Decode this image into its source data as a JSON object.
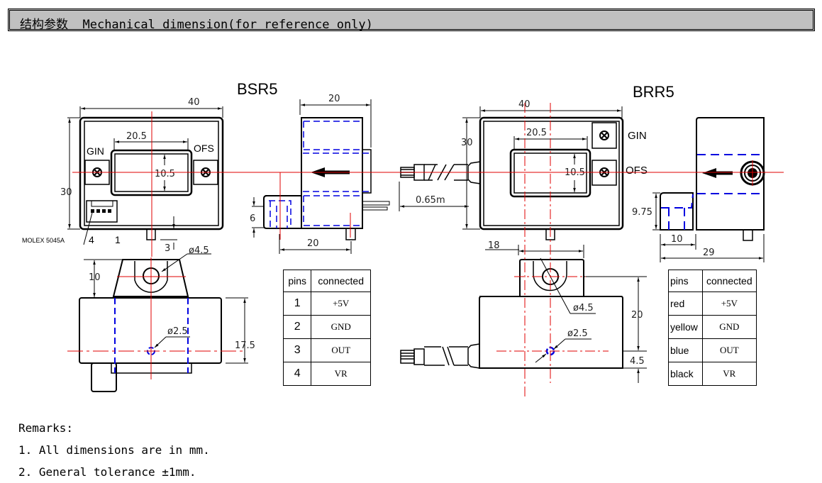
{
  "header": {
    "title_cn": "结构参数",
    "title_en": "Mechanical dimension(for reference only)"
  },
  "models": {
    "left": "BSR5",
    "right": "BRR5"
  },
  "bsr5": {
    "front": {
      "width": "40",
      "height": "30",
      "window_width": "20.5",
      "window_height": "10.5",
      "gin_label": "GIN",
      "ofs_label": "OFS",
      "connector_label": "MOLEX 5045A",
      "pin4_label": "4",
      "pin1_label": "1",
      "pin_offset": "3",
      "hole_dia": "ø4.5"
    },
    "side": {
      "depth": "20",
      "base_depth": "20",
      "base_height": "6"
    },
    "top": {
      "tab_height": "10",
      "hole_dia": "ø2.5",
      "body_depth": "17.5"
    },
    "pins_table": {
      "headers": [
        "pins",
        "connected"
      ],
      "rows": [
        {
          "pin": "1",
          "signal": "+5V"
        },
        {
          "pin": "2",
          "signal": "GND"
        },
        {
          "pin": "3",
          "signal": "OUT"
        },
        {
          "pin": "4",
          "signal": "VR"
        }
      ]
    }
  },
  "brr5": {
    "front": {
      "width": "40",
      "height": "30",
      "window_width": "20.5",
      "window_height": "10.5",
      "gin_label": "GIN",
      "ofs_label": "OFS",
      "cable_length": "0.65m"
    },
    "side": {
      "base_height": "9.75",
      "base_depth": "10",
      "total_depth": "29"
    },
    "top": {
      "tab_offset": "18",
      "hole_dia": "ø4.5",
      "small_hole_dia": "ø2.5",
      "hole_spacing": "20",
      "hole_edge": "4.5"
    },
    "pins_table": {
      "headers": [
        "pins",
        "connected"
      ],
      "rows": [
        {
          "pin": "red",
          "signal": "+5V"
        },
        {
          "pin": "yellow",
          "signal": "GND"
        },
        {
          "pin": "blue",
          "signal": "OUT"
        },
        {
          "pin": "black",
          "signal": "VR"
        }
      ]
    }
  },
  "remarks": {
    "title": "Remarks:",
    "items": [
      "1. All dimensions are in mm.",
      "2. General tolerance ±1mm."
    ]
  },
  "colors": {
    "centerline": "#e00000",
    "hidden_line": "#0000e0",
    "header_bg": "#c0c0c0"
  }
}
